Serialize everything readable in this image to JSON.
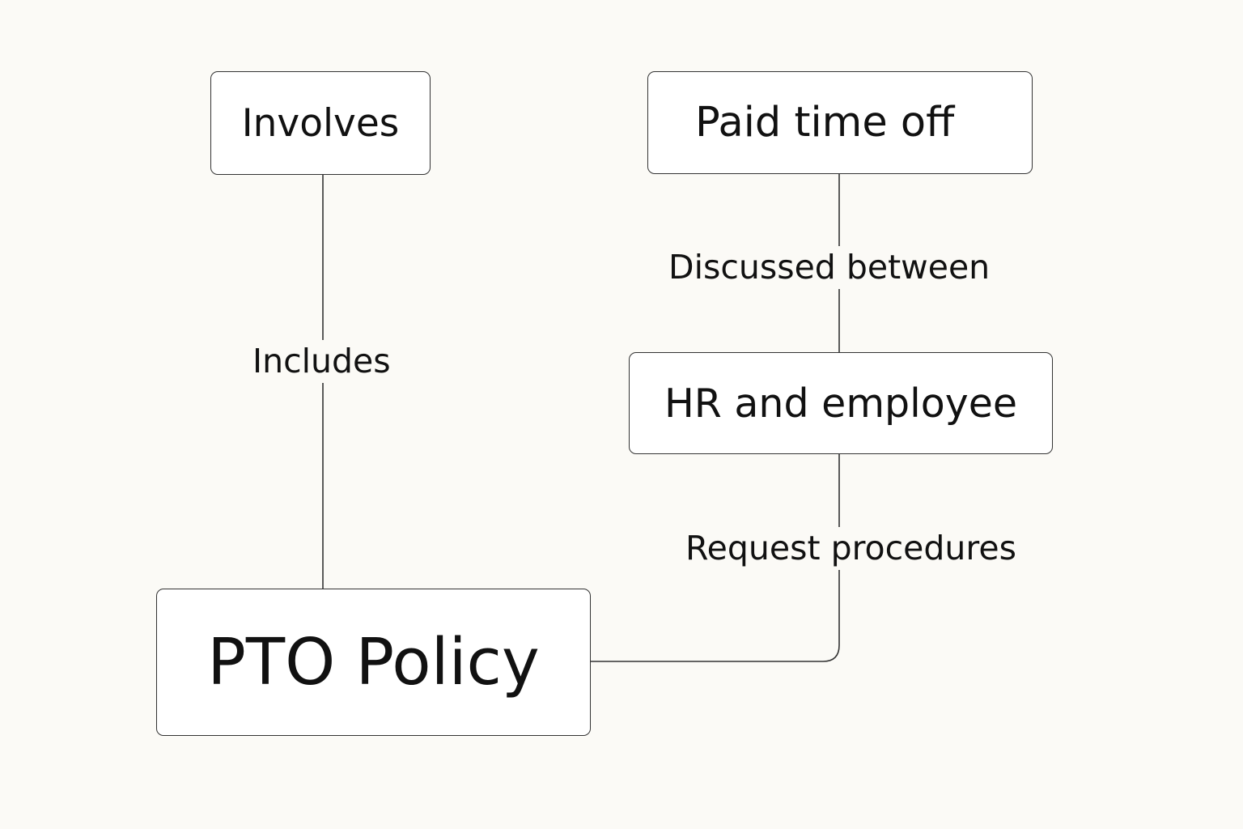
{
  "nodes": {
    "involves": "Involves",
    "paid_time_off": "Paid time off",
    "hr_and_employee": "HR and employee",
    "pto_policy": "PTO Policy"
  },
  "edge_labels": {
    "includes": "Includes",
    "discussed_between": "Discussed between",
    "request_procedures": "Request procedures"
  },
  "colors": {
    "background": "#fbfaf6",
    "node_fill": "#ffffff",
    "stroke": "#333333",
    "text": "#111111"
  }
}
